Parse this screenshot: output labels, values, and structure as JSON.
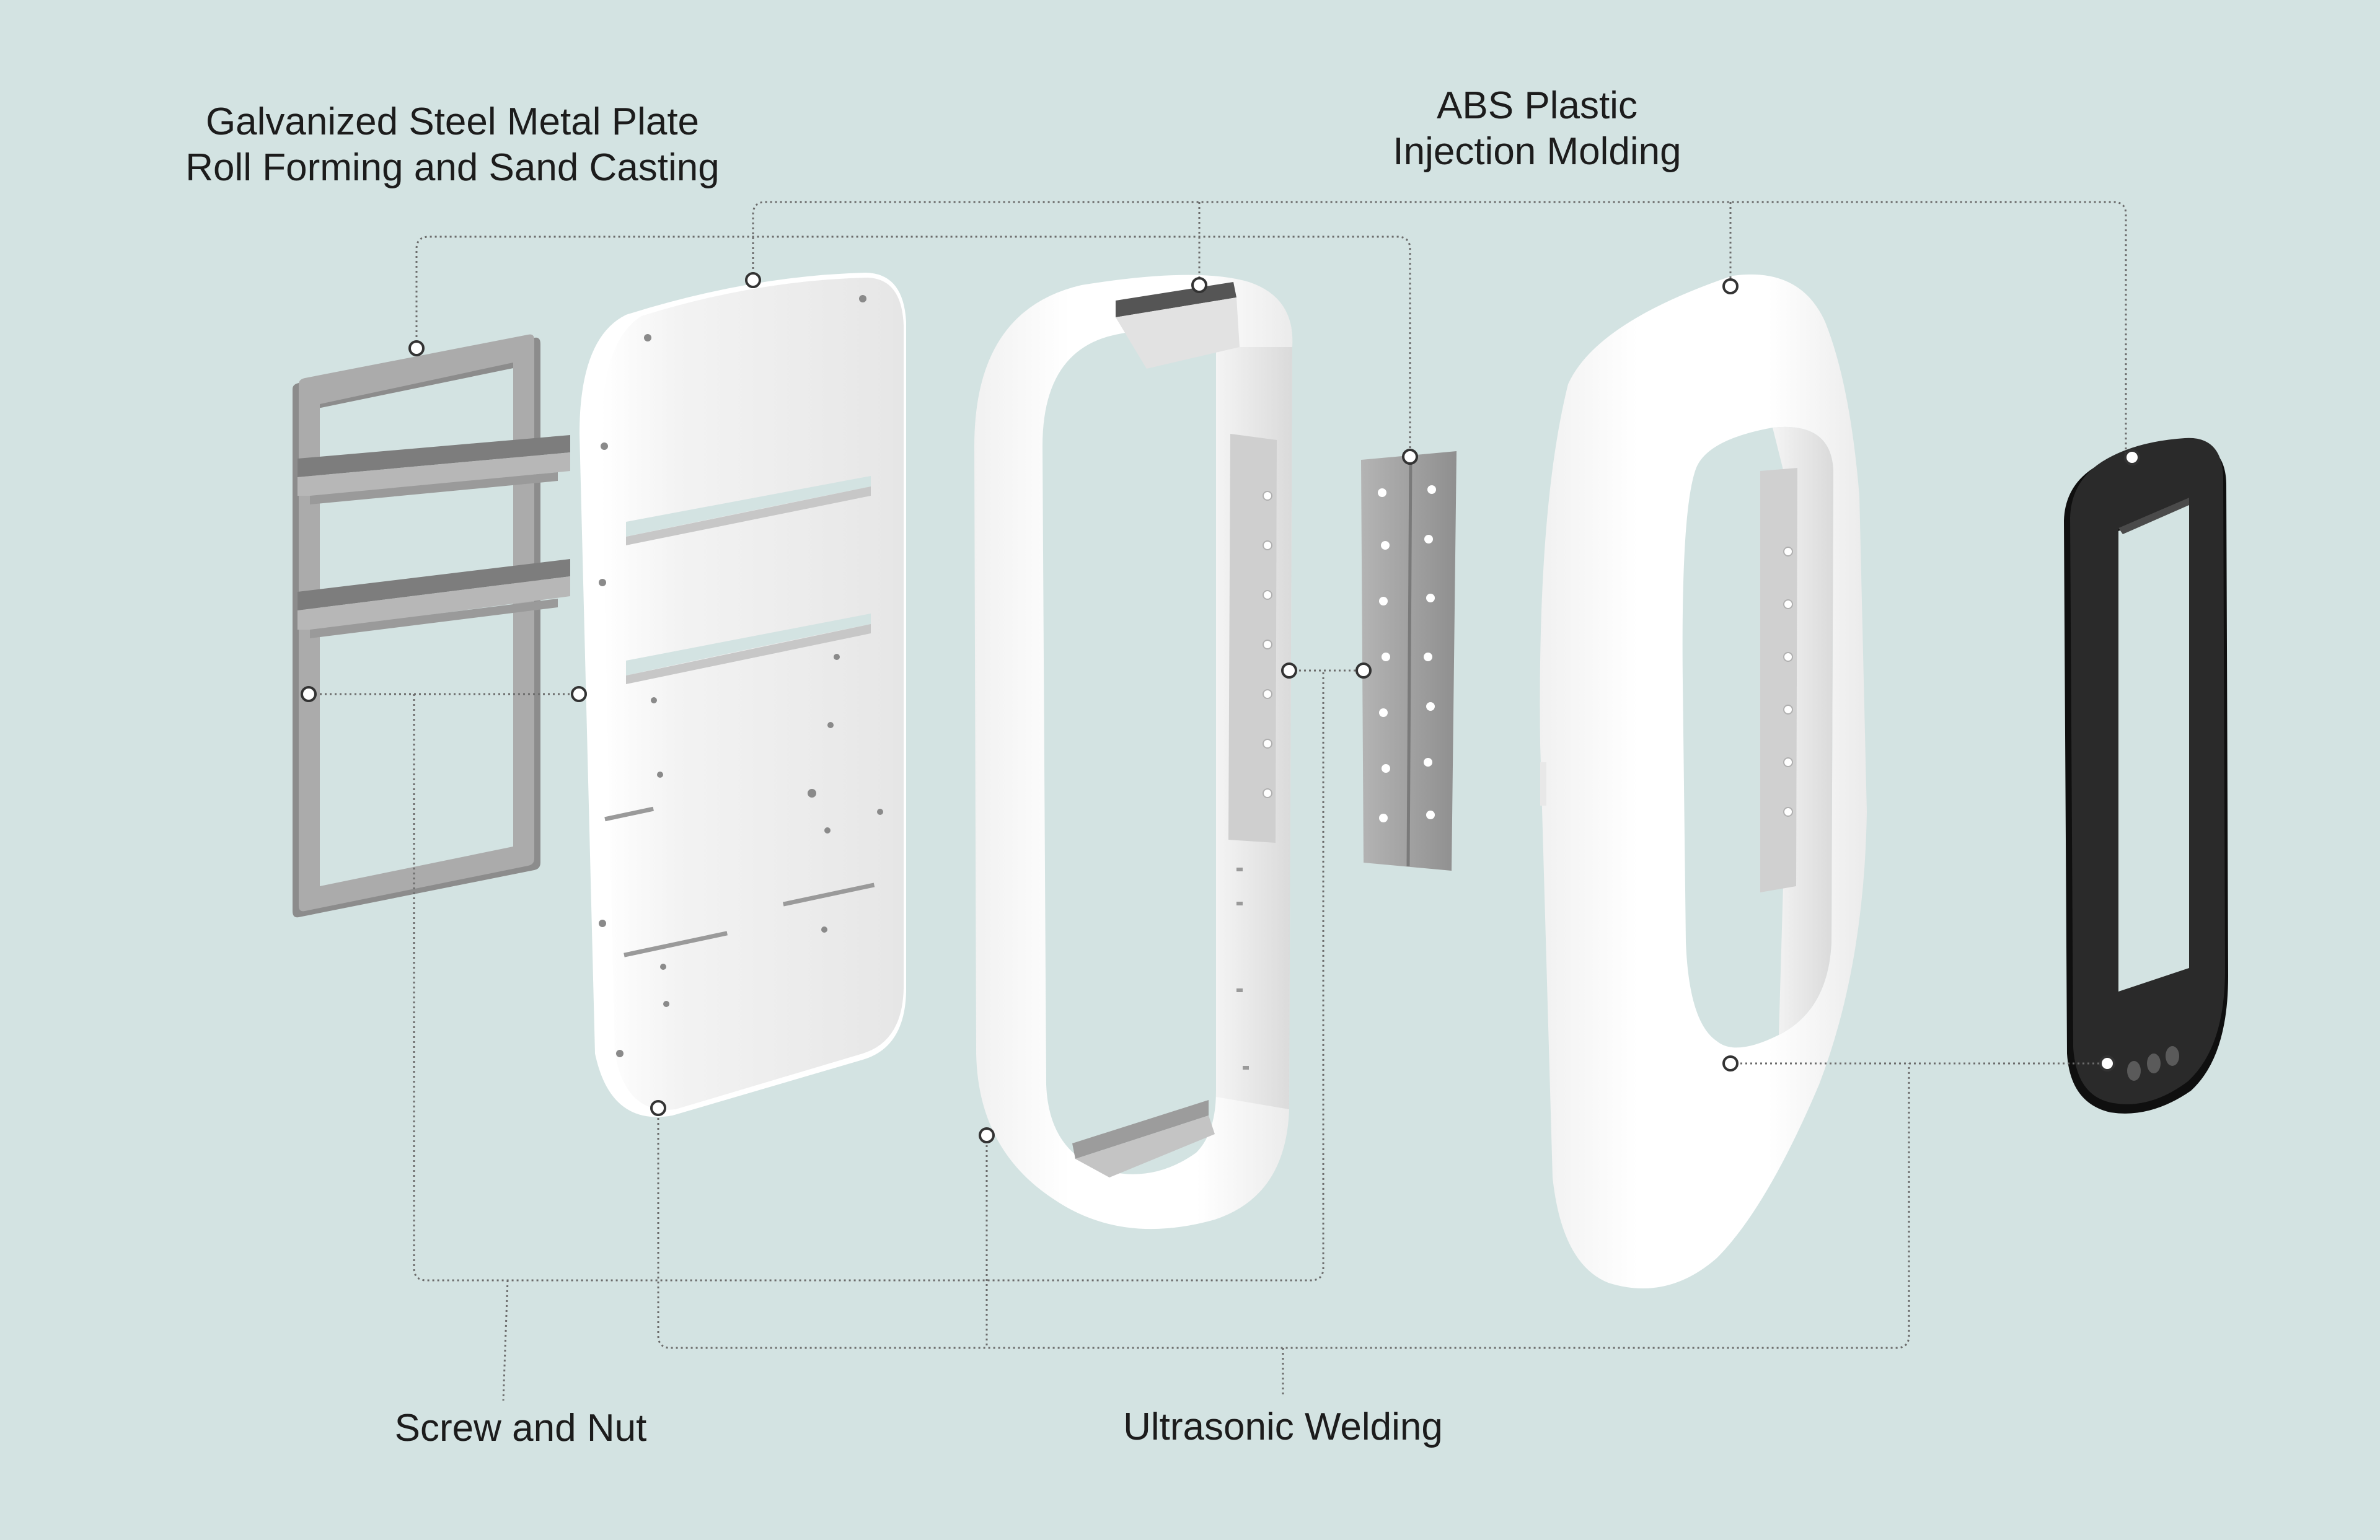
{
  "labels": {
    "steel_line1": "Galvanized Steel Metal Plate",
    "steel_line2": "Roll Forming and Sand Casting",
    "abs_line1": "ABS Plastic",
    "abs_line2": "Injection Molding",
    "screw": "Screw and Nut",
    "welding": "Ultrasonic Welding"
  },
  "colors": {
    "background": "#d3e3e2",
    "metal": "#a9a9a9",
    "plastic": "#ffffff",
    "gasket": "#262626",
    "connector": "#6b6b6b"
  }
}
